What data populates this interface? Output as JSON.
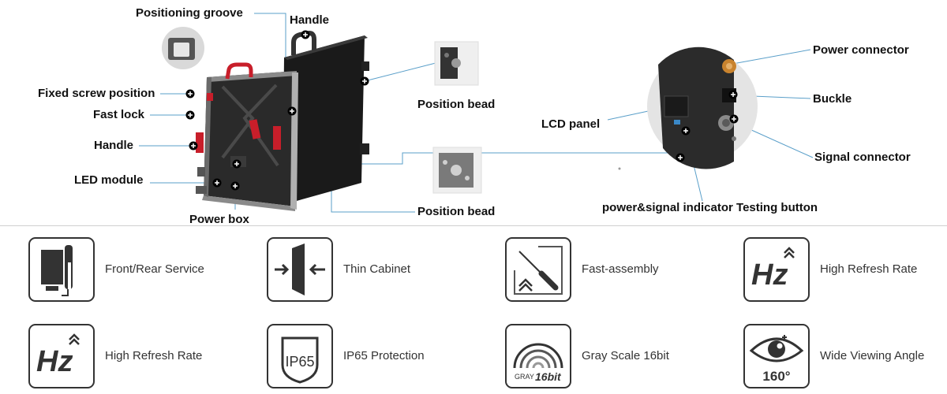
{
  "labels": {
    "positioning_groove": "Positioning groove",
    "handle_top": "Handle",
    "fixed_screw_position": "Fixed screw position",
    "fast_lock": "Fast lock",
    "handle_left": "Handle",
    "led_module": "LED module",
    "power_box": "Power box",
    "position_bead_top": "Position bead",
    "position_bead_bottom": "Position bead",
    "lcd_panel": "LCD panel",
    "power_connector": "Power connector",
    "buckle": "Buckle",
    "signal_connector": "Signal connector",
    "indicator_testing": "power&signal indicator Testing button"
  },
  "features": [
    {
      "label": "Front/Rear Service",
      "icon": "front-rear-service-icon"
    },
    {
      "label": "Thin Cabinet",
      "icon": "thin-cabinet-icon"
    },
    {
      "label": "Fast-assembly",
      "icon": "screwdriver-icon"
    },
    {
      "label": "High Refresh Rate",
      "icon": "hz-icon"
    },
    {
      "label": "High Refresh Rate",
      "icon": "hz-icon"
    },
    {
      "label": "IP65 Protection",
      "icon": "ip65-icon"
    },
    {
      "label": "Gray Scale 16bit",
      "icon": "gray-scale-icon"
    },
    {
      "label": "Wide Viewing Angle",
      "icon": "eye-160-icon"
    }
  ],
  "icon_text": {
    "hz": "Hz",
    "ip65": "IP65",
    "gray": "GRAY",
    "bit": "16bit",
    "angle": "160°"
  },
  "colors": {
    "line": "#5a9fc9",
    "text": "#111111",
    "handle": "#c81e2a"
  }
}
